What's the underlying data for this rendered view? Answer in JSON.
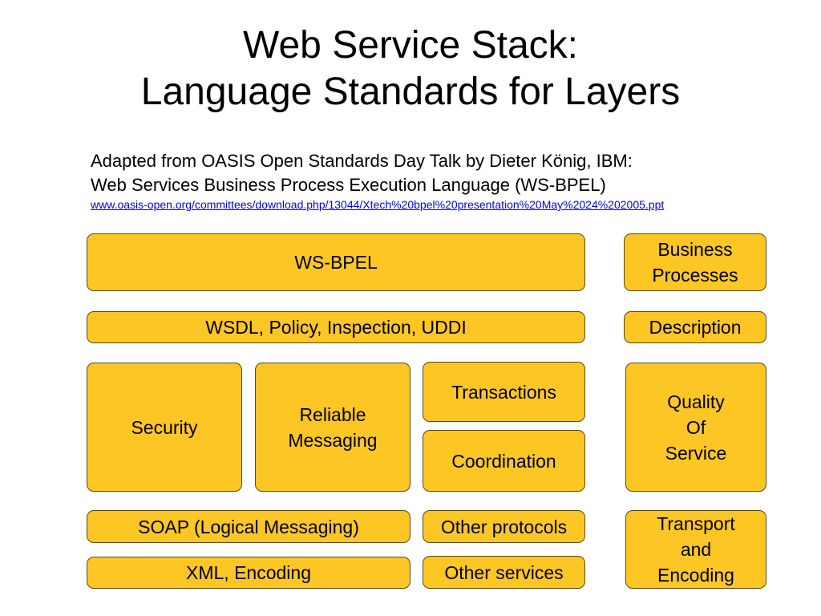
{
  "title": {
    "line1": "Web Service Stack:",
    "line2": "Language Standards for Layers"
  },
  "source": {
    "line1": "Adapted from OASIS Open Standards Day Talk by Dieter König, IBM:",
    "line2": "Web Services Business Process Execution Language (WS-BPEL)",
    "link": "www.oasis-open.org/committees/download.php/13044/Xtech%20bpel%20presentation%20May%2024%202005.ppt"
  },
  "stack": {
    "ws_bpel": "WS-BPEL",
    "wsdl": "WSDL, Policy, Inspection, UDDI",
    "security": "Security",
    "reliable_messaging": [
      "Reliable",
      "Messaging"
    ],
    "transactions": "Transactions",
    "coordination": "Coordination",
    "soap": "SOAP (Logical Messaging)",
    "other_protocols": "Other protocols",
    "xml": "XML, Encoding",
    "other_services": "Other services"
  },
  "layers": {
    "business_processes": [
      "Business",
      "Processes"
    ],
    "description": "Description",
    "quality_of_service": [
      "Quality",
      "Of",
      "Service"
    ],
    "transport_encoding": [
      "Transport",
      "and",
      "Encoding"
    ]
  },
  "colors": {
    "box_fill": "#fcc624",
    "link": "#0000ee"
  }
}
